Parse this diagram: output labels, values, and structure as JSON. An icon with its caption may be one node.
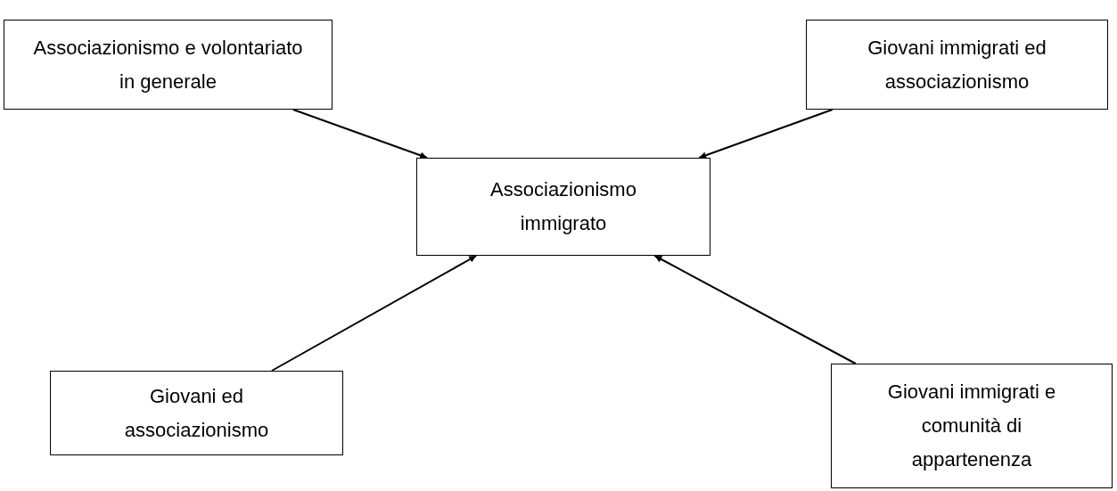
{
  "diagram": {
    "nodes": [
      {
        "text": [
          "Associazionismo e volontariato in generale"
        ]
      },
      {
        "text": [
          "Giovani immigrati ed associazionismo"
        ]
      },
      {
        "text": [
          "Associazionismo immigrato"
        ]
      },
      {
        "text": [
          "Giovani ed associazionismo"
        ]
      },
      {
        "text": [
          "Giovani immigrati e comunità di appartenenza"
        ]
      }
    ],
    "edges": [
      {
        "from": 0,
        "to": 2,
        "arrow": "to"
      },
      {
        "from": 1,
        "to": 2,
        "arrow": "to"
      },
      {
        "from": 3,
        "to": 2,
        "arrow": "to"
      },
      {
        "from": 4,
        "to": 2,
        "arrow": "to"
      }
    ]
  }
}
